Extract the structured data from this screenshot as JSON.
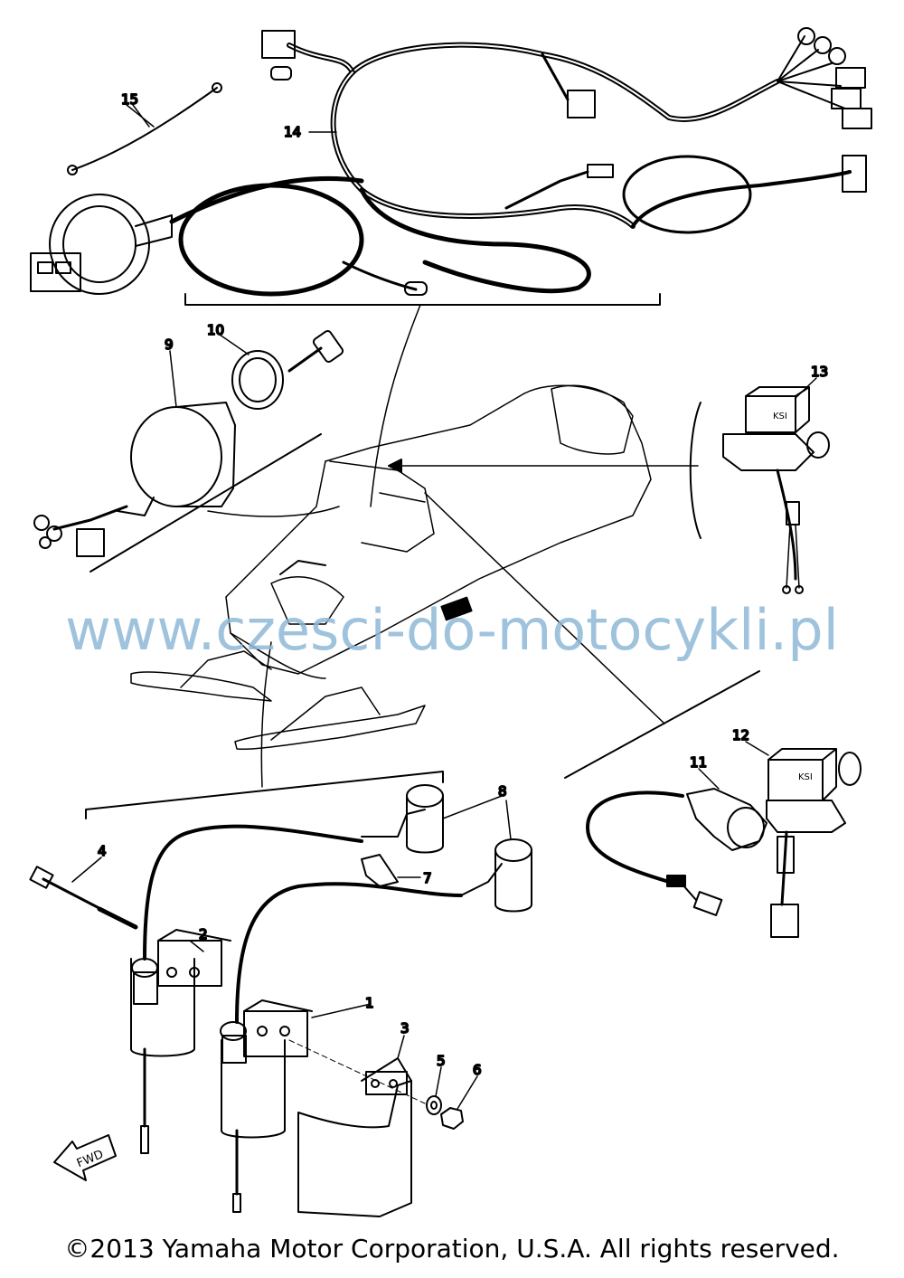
{
  "callouts": [
    "1",
    "2",
    "3",
    "4",
    "5",
    "6",
    "7",
    "8",
    "9",
    "10",
    "11",
    "12",
    "13",
    "14",
    "15"
  ],
  "direction_label": "FWD",
  "watermark": "www.czesci-do-motocykli.pl",
  "copyright": "©2013 Yamaha Motor Corporation, U.S.A. All rights reserved."
}
